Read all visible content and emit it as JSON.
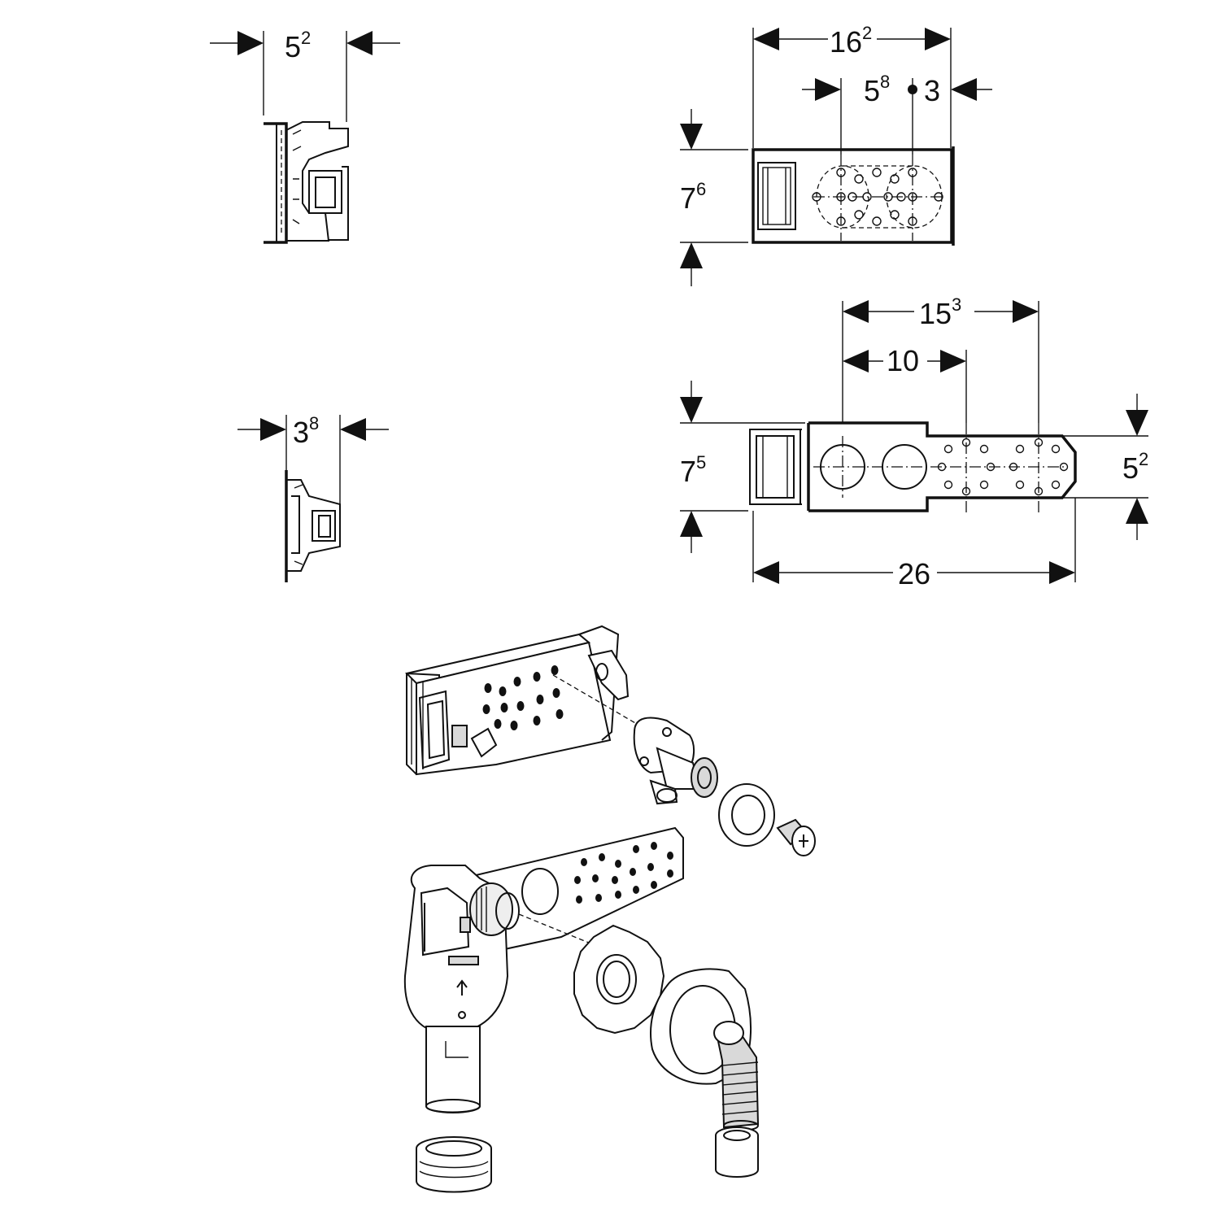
{
  "dimensions": {
    "side_top_width": {
      "main": "5",
      "sup": "2"
    },
    "side_bottom_width": {
      "main": "3",
      "sup": "8"
    },
    "top_view_width": {
      "main": "16",
      "sup": "2"
    },
    "top_view_inner_left": {
      "main": "5",
      "sup": "8"
    },
    "top_view_inner_right": {
      "main": "3",
      "sup": ""
    },
    "top_view_height": {
      "main": "7",
      "sup": "6"
    },
    "bottom_view_span_a": {
      "main": "15",
      "sup": "3"
    },
    "bottom_view_span_b": {
      "main": "10",
      "sup": ""
    },
    "bottom_view_height_left": {
      "main": "7",
      "sup": "5"
    },
    "bottom_view_height_right": {
      "main": "5",
      "sup": "2"
    },
    "bottom_view_total": {
      "main": "26",
      "sup": ""
    }
  }
}
